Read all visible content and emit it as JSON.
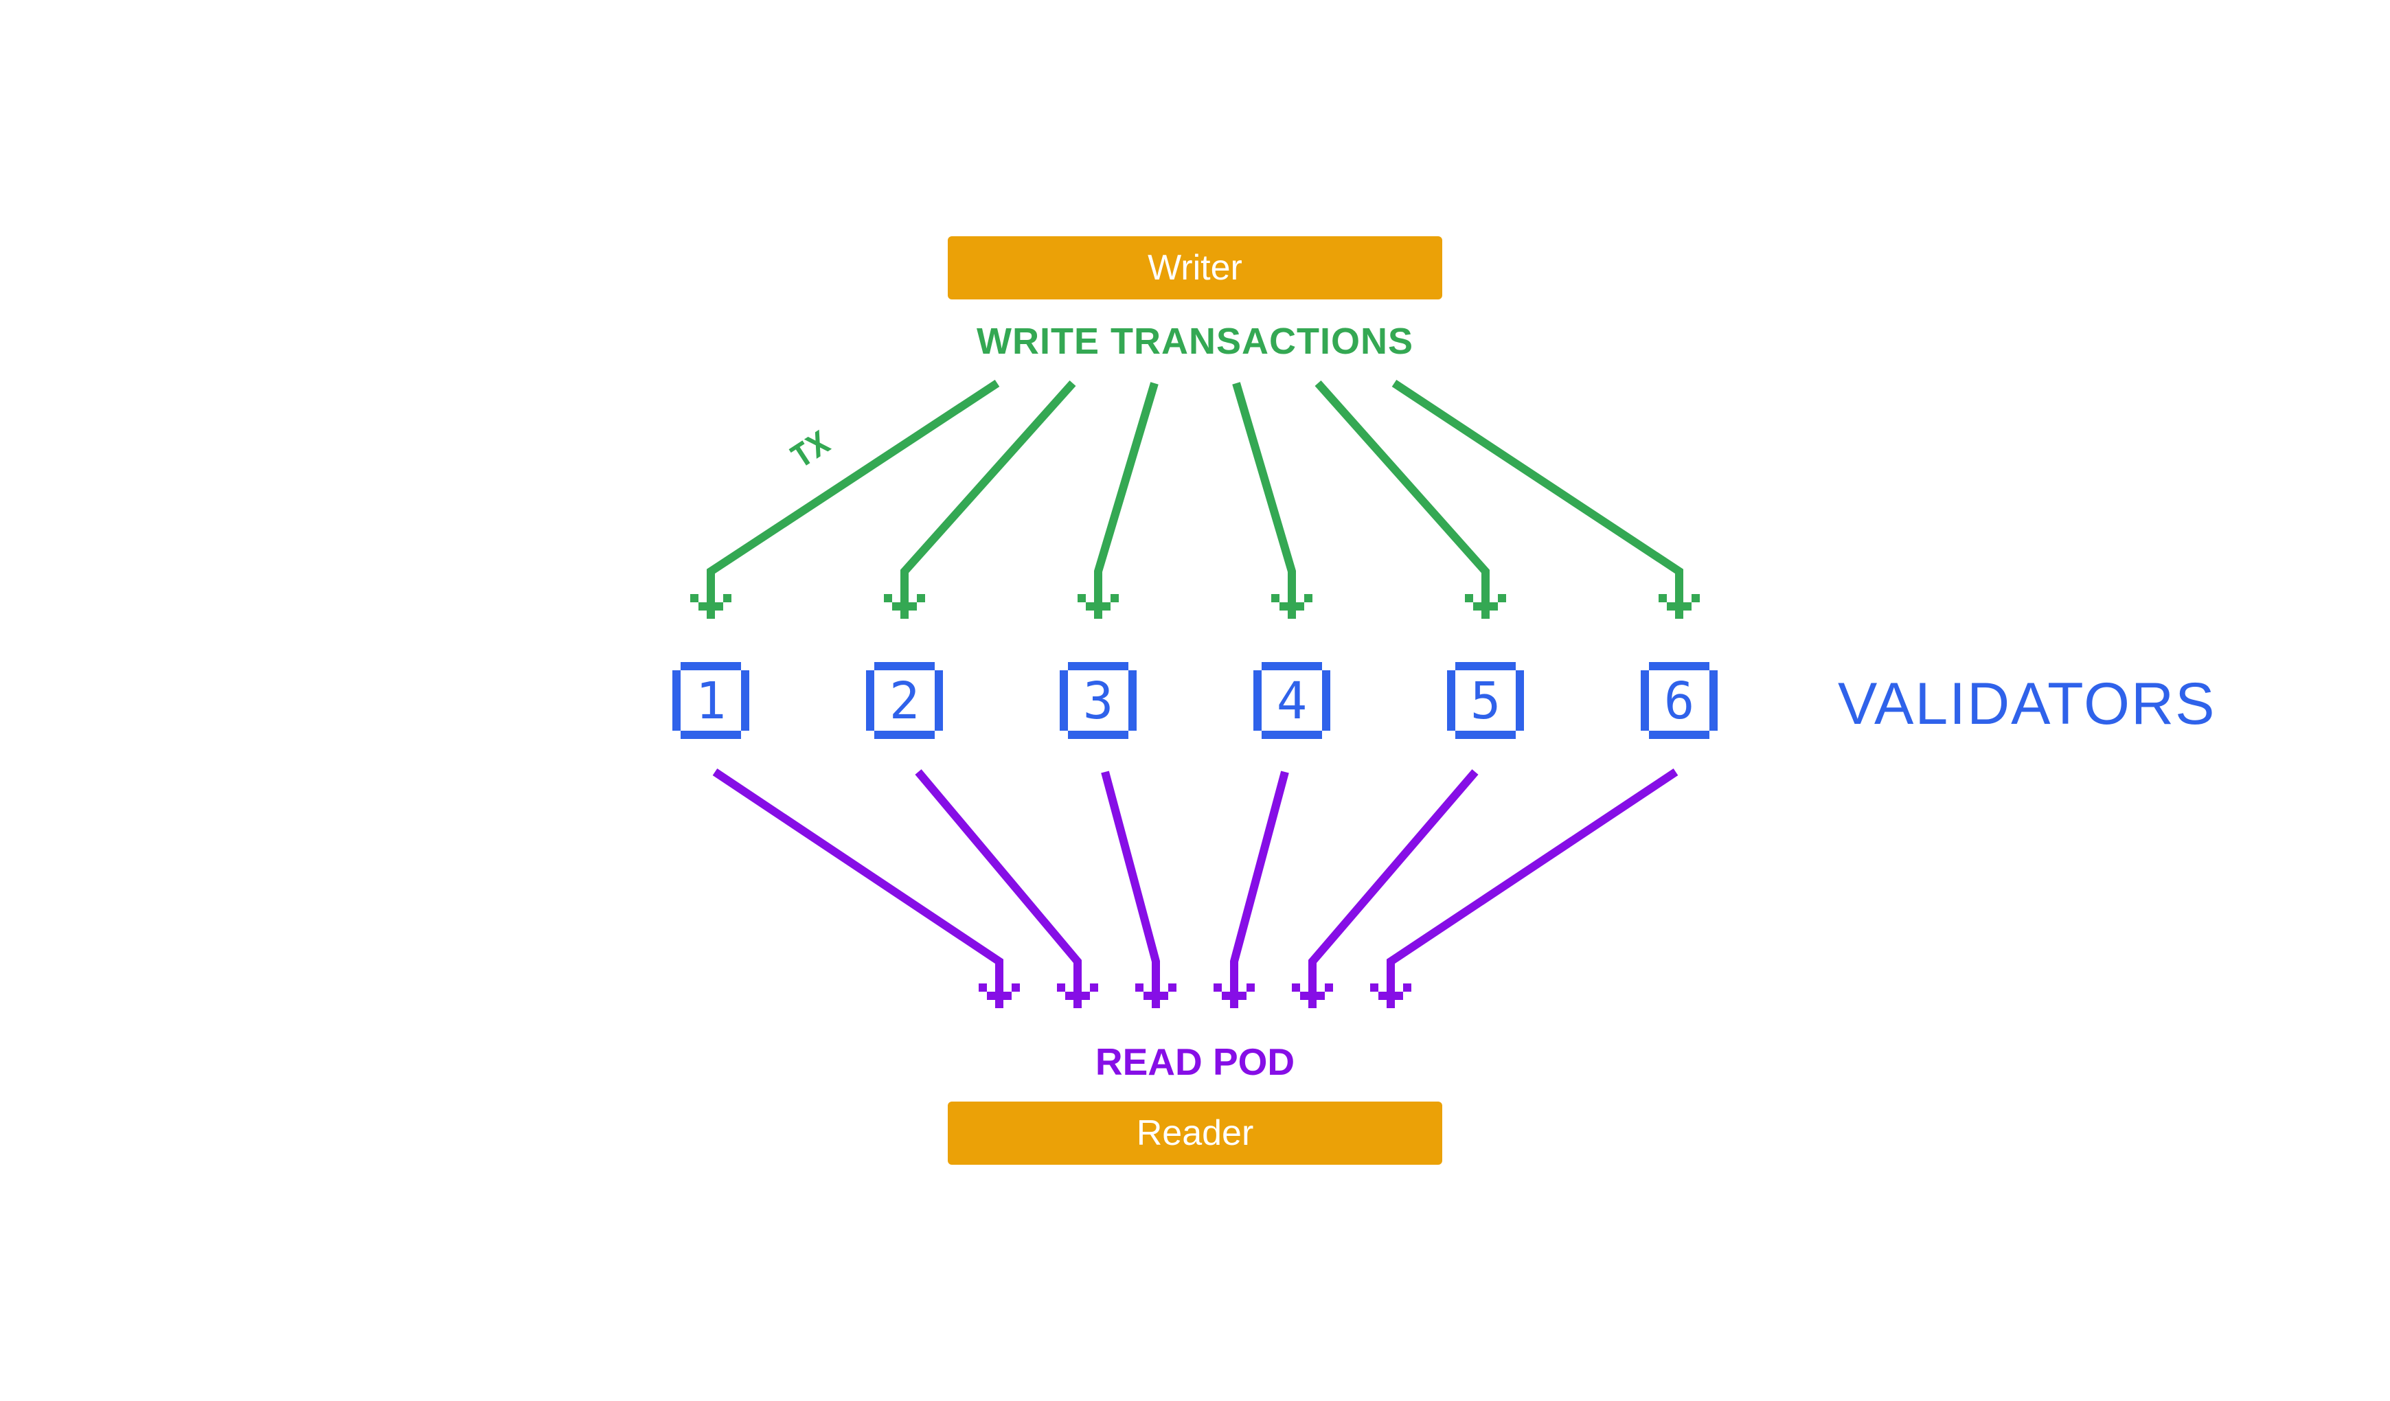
{
  "colors": {
    "actor": "#EBA107",
    "actor_text": "#FFFFFF",
    "write": "#34A853",
    "validator": "#2F62EA",
    "read": "#860EE6",
    "background": "#FFFFFF"
  },
  "writer": {
    "label": "Writer"
  },
  "write_transactions": {
    "label": "WRITE TRANSACTIONS",
    "edge_label": "TX"
  },
  "validators": {
    "label": "VALIDATORS",
    "items": [
      {
        "id": "1"
      },
      {
        "id": "2"
      },
      {
        "id": "3"
      },
      {
        "id": "4"
      },
      {
        "id": "5"
      },
      {
        "id": "6"
      }
    ]
  },
  "read_pod": {
    "label": "READ POD"
  },
  "reader": {
    "label": "Reader"
  }
}
